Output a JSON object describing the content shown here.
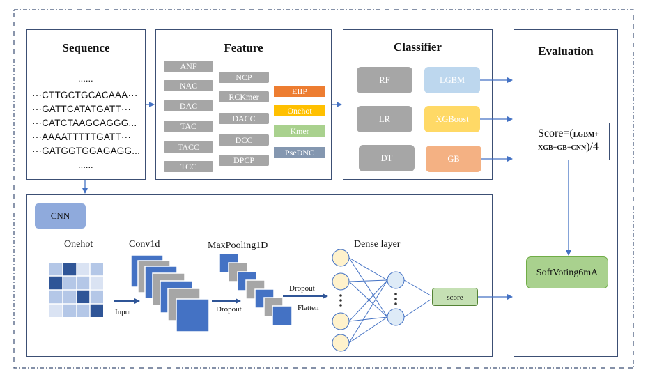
{
  "sequence": {
    "title": "Sequence",
    "ellipsis_top": "......",
    "lines": [
      "···CTTGCTGCACAAA···",
      "···GATTCATATGATT···",
      "···CATCTAAGCAGGG...",
      "···AAAATTTTTGATT···",
      "···GATGGTGGAGAGG..."
    ],
    "ellipsis_bottom": "......"
  },
  "feature": {
    "title": "Feature",
    "col1": [
      "ANF",
      "NAC",
      "DAC",
      "TAC",
      "TACC",
      "TCC"
    ],
    "col2": [
      "NCP",
      "RCKmer",
      "DACC",
      "DCC",
      "DPCP"
    ],
    "col3": [
      {
        "label": "EIIP",
        "color": "#ed7d31"
      },
      {
        "label": "Onehot",
        "color": "#ffc000"
      },
      {
        "label": "Kmer",
        "color": "#a9d18e"
      },
      {
        "label": "PseDNC",
        "color": "#8497b0"
      }
    ]
  },
  "classifier": {
    "title": "Classifier",
    "left": [
      "RF",
      "LR",
      "DT"
    ],
    "right": [
      {
        "label": "LGBM",
        "color": "#bdd7ee"
      },
      {
        "label": "XGBoost",
        "color": "#ffd966"
      },
      {
        "label": "GB",
        "color": "#f4b183"
      }
    ]
  },
  "evaluation": {
    "title": "Evaluation",
    "score_prefix": "Score=(",
    "score_models_1": "LGBM+",
    "score_models_2": "XGB+GB+CNN",
    "score_suffix": ")/4",
    "result": "SoftVoting6mA"
  },
  "cnn": {
    "badge": "CNN",
    "onehot": "Onehot",
    "conv": "Conv1d",
    "maxpool": "MaxPooling1D",
    "dense": "Dense layer",
    "input": "Input",
    "dropout1": "Dropout",
    "dropout2": "Dropout",
    "flatten": "Flatten",
    "score": "score"
  },
  "colors": {
    "border": "#3c4f74",
    "arrow": "#4472c4",
    "grey_box": "#a6a6a6",
    "blue_square": "#4472c4",
    "cnn_badge": "#8faadc",
    "result": "#a9d18e",
    "node_fill": "#fff2cc",
    "node_fill_blue": "#deebf7"
  }
}
